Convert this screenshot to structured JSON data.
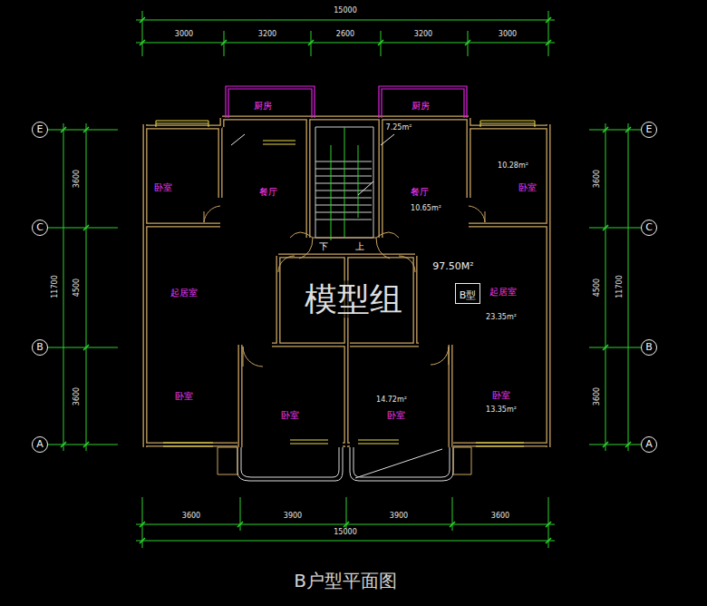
{
  "diagram": {
    "caption": "B户型平面图",
    "nodes": [
      {
        "text": [
          "厨房"
        ]
      },
      {
        "text": [
          "厨房",
          "7.25m²"
        ]
      },
      {
        "text": [
          "卧室"
        ]
      },
      {
        "text": [
          "餐厅"
        ]
      },
      {
        "text": [
          "餐厅",
          "10.65m²"
        ]
      },
      {
        "text": [
          "10.28m²",
          "卧室"
        ]
      },
      {
        "text": [
          "起居室"
        ]
      },
      {
        "text": [
          "起居室",
          "23.35m²"
        ]
      },
      {
        "text": [
          "B型"
        ],
        "in": 7
      },
      {
        "text": [
          "卧室"
        ]
      },
      {
        "text": [
          "卧室"
        ]
      },
      {
        "text": [
          "14.72m²",
          "卧室"
        ]
      },
      {
        "text": [
          "卧室",
          "13.35m²"
        ]
      },
      {
        "text": [
          "E"
        ]
      },
      {
        "text": [
          "C"
        ]
      },
      {
        "text": [
          "B"
        ]
      },
      {
        "text": [
          "A"
        ]
      },
      {
        "text": [
          "E"
        ]
      },
      {
        "text": [
          "C"
        ]
      },
      {
        "text": [
          "B"
        ]
      },
      {
        "text": [
          "A"
        ]
      }
    ],
    "labels": [
      "15000",
      "3000",
      "3200",
      "2600",
      "3200",
      "3000",
      "3600",
      "4500",
      "3600",
      "11700",
      "3600",
      "4500",
      "3600",
      "11700",
      "3600",
      "3900",
      "3900",
      "3600",
      "15000",
      "97.50M²",
      "下",
      "上",
      "模型组"
    ]
  }
}
